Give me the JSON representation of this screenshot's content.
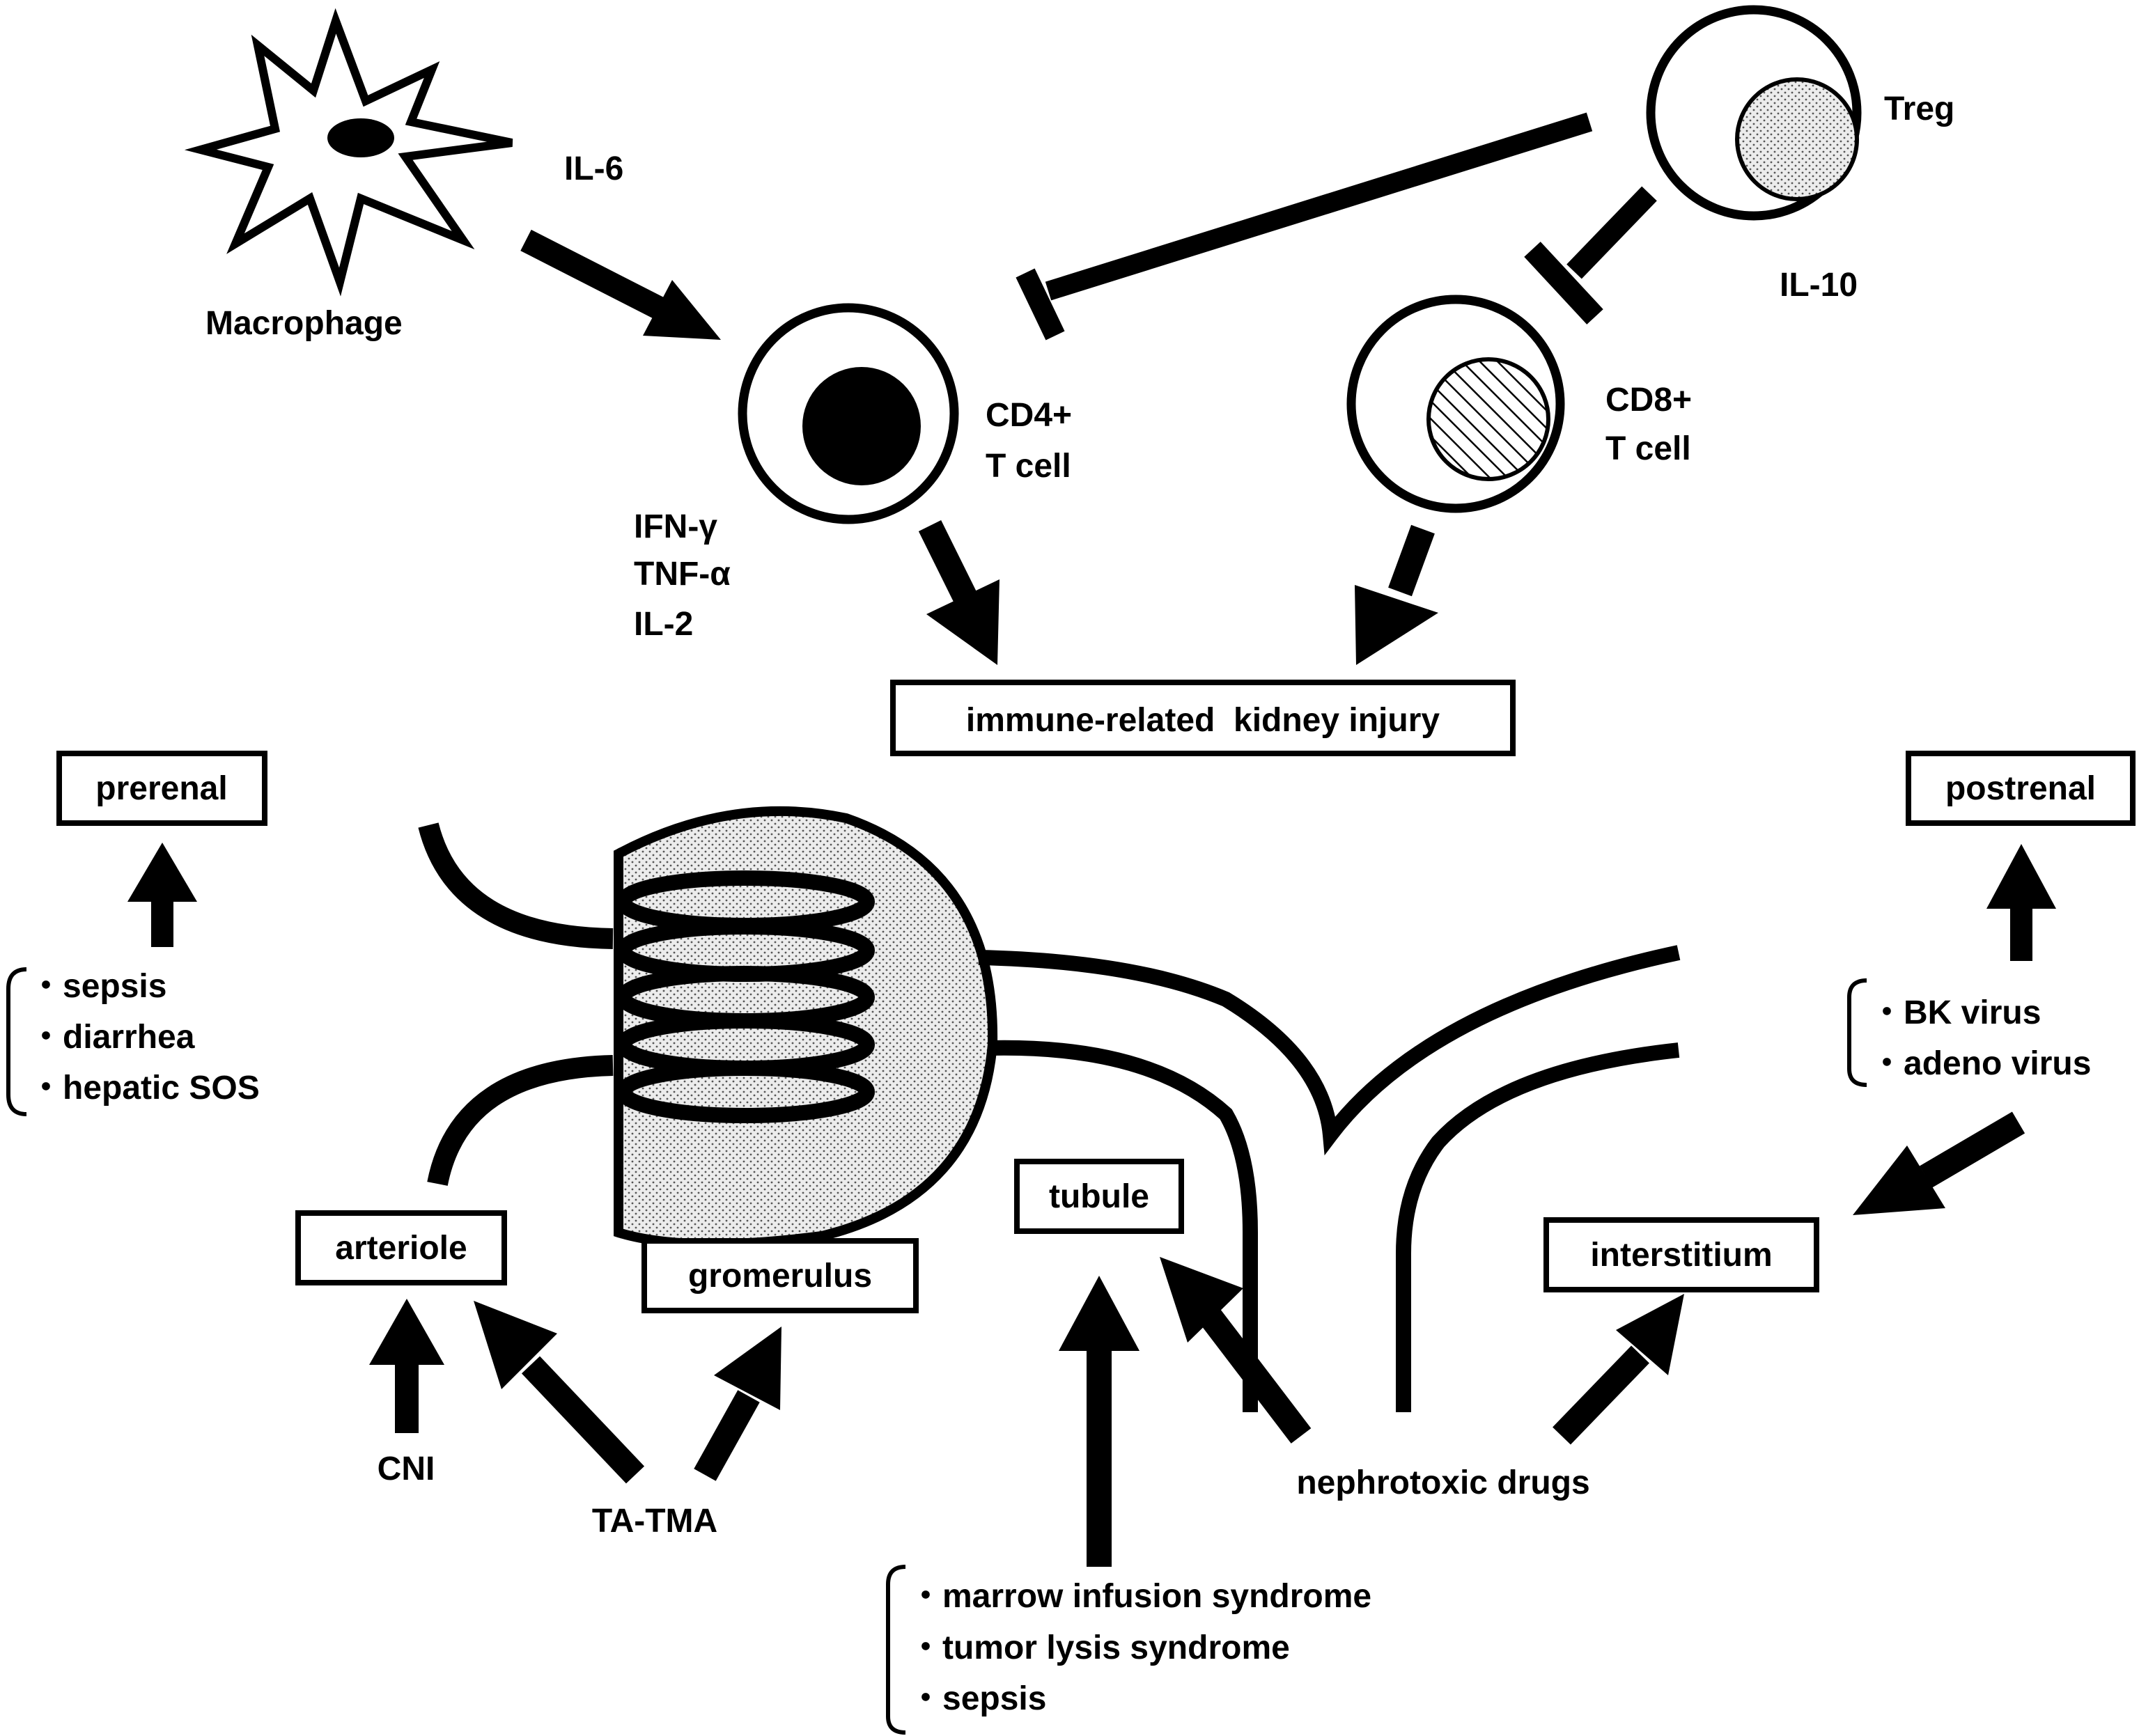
{
  "cells": {
    "macrophage": "Macrophage",
    "cd4_line1": "CD4+",
    "cd4_line2": "T cell",
    "cd8_line1": "CD8+",
    "cd8_line2": "T cell",
    "treg": "Treg"
  },
  "cytokines": {
    "il6": "IL-6",
    "il10": "IL-10",
    "ifn_gamma": "IFN-γ",
    "tnf_alpha": "TNF-α",
    "il2": "IL-2"
  },
  "boxes": {
    "immune_injury": "immune-related  kidney injury",
    "prerenal": "prerenal",
    "postrenal": "postrenal",
    "arteriole": "arteriole",
    "gromerulus": "gromerulus",
    "tubule": "tubule",
    "interstitium": "interstitium"
  },
  "causes": {
    "cni": "CNI",
    "ta_tma": "TA-TMA",
    "nephrotoxic_drugs": "nephrotoxic drugs"
  },
  "lists": {
    "prerenal_causes": [
      "・sepsis",
      "・diarrhea",
      "・hepatic SOS"
    ],
    "postrenal_causes": [
      "・BK virus",
      "・adeno virus"
    ],
    "tubule_causes": [
      "・marrow infusion syndrome",
      "・tumor lysis syndrome",
      "・sepsis"
    ]
  },
  "colors": {
    "ink": "#000000",
    "background": "#ffffff",
    "glomerulus_fill": "#e4e4e4"
  }
}
